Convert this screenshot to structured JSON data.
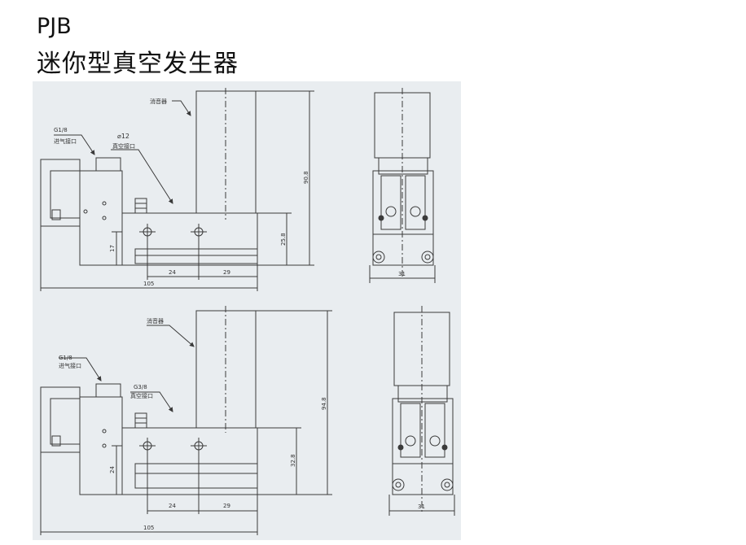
{
  "header": {
    "model": "PJB",
    "product_name": "迷你型真空发生器"
  },
  "drawing_top": {
    "muffler_label": "消音器",
    "inlet_thread": "G1/8",
    "inlet_label": "进气接口",
    "vacuum_thread": "⌀12",
    "vacuum_label": "真空接口",
    "dim_height_total": "90.8",
    "dim_height_body": "25.8",
    "dim_height_port": "17",
    "dim_a": "24",
    "dim_b": "29",
    "dim_length": "105",
    "dim_width": "31"
  },
  "drawing_bottom": {
    "muffler_label": "消音器",
    "inlet_thread": "G1/8",
    "inlet_label": "进气接口",
    "vacuum_thread": "G3/8",
    "vacuum_label": "真空接口",
    "dim_height_total": "94.8",
    "dim_height_body": "32.8",
    "dim_height_port": "24",
    "dim_a": "24",
    "dim_b": "29",
    "dim_length": "105",
    "dim_width": "31"
  },
  "colors": {
    "drawing_background": "#e9edf0",
    "line": "#3a3a3a"
  }
}
